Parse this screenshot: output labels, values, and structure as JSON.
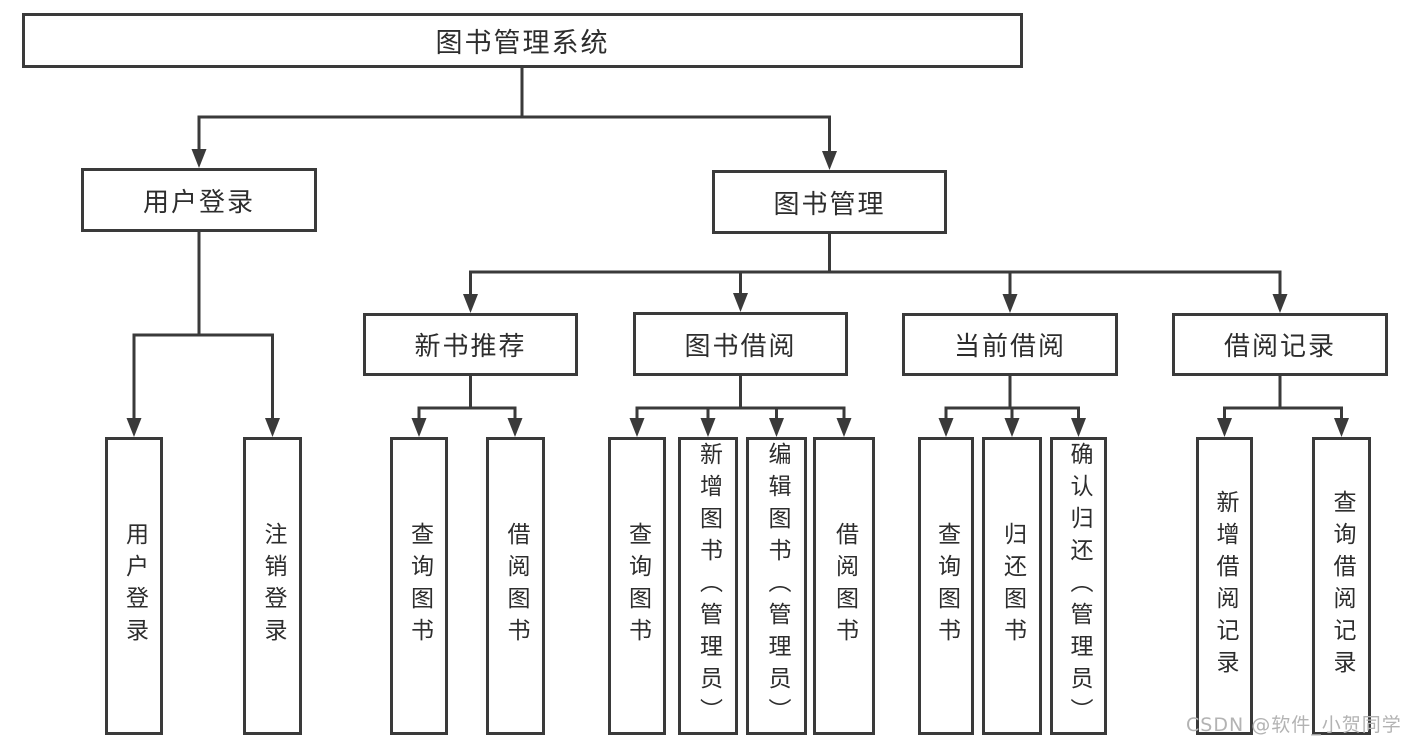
{
  "root": {
    "label": "图书管理系统"
  },
  "branches": [
    {
      "label": "用户登录",
      "leaves": [
        {
          "label": "用户登录"
        },
        {
          "label": "注销登录"
        }
      ]
    },
    {
      "label": "图书管理",
      "groups": [
        {
          "label": "新书推荐",
          "leaves": [
            {
              "label": "查询图书"
            },
            {
              "label": "借阅图书"
            }
          ]
        },
        {
          "label": "图书借阅",
          "leaves": [
            {
              "label": "查询图书"
            },
            {
              "label": "新增图书（管理员）"
            },
            {
              "label": "编辑图书（管理员）"
            },
            {
              "label": "借阅图书"
            }
          ]
        },
        {
          "label": "当前借阅",
          "leaves": [
            {
              "label": "查询图书"
            },
            {
              "label": "归还图书"
            },
            {
              "label": "确认归还（管理员）"
            }
          ]
        },
        {
          "label": "借阅记录",
          "leaves": [
            {
              "label": "新增借阅记录"
            },
            {
              "label": "查询借阅记录"
            }
          ]
        }
      ]
    }
  ],
  "watermark": {
    "text": "CSDN @软件_小贺同学"
  },
  "colors": {
    "line": "#3a3a3a",
    "text": "#2d2d2d",
    "watermark": "#b3b3b3",
    "background": "#ffffff"
  }
}
